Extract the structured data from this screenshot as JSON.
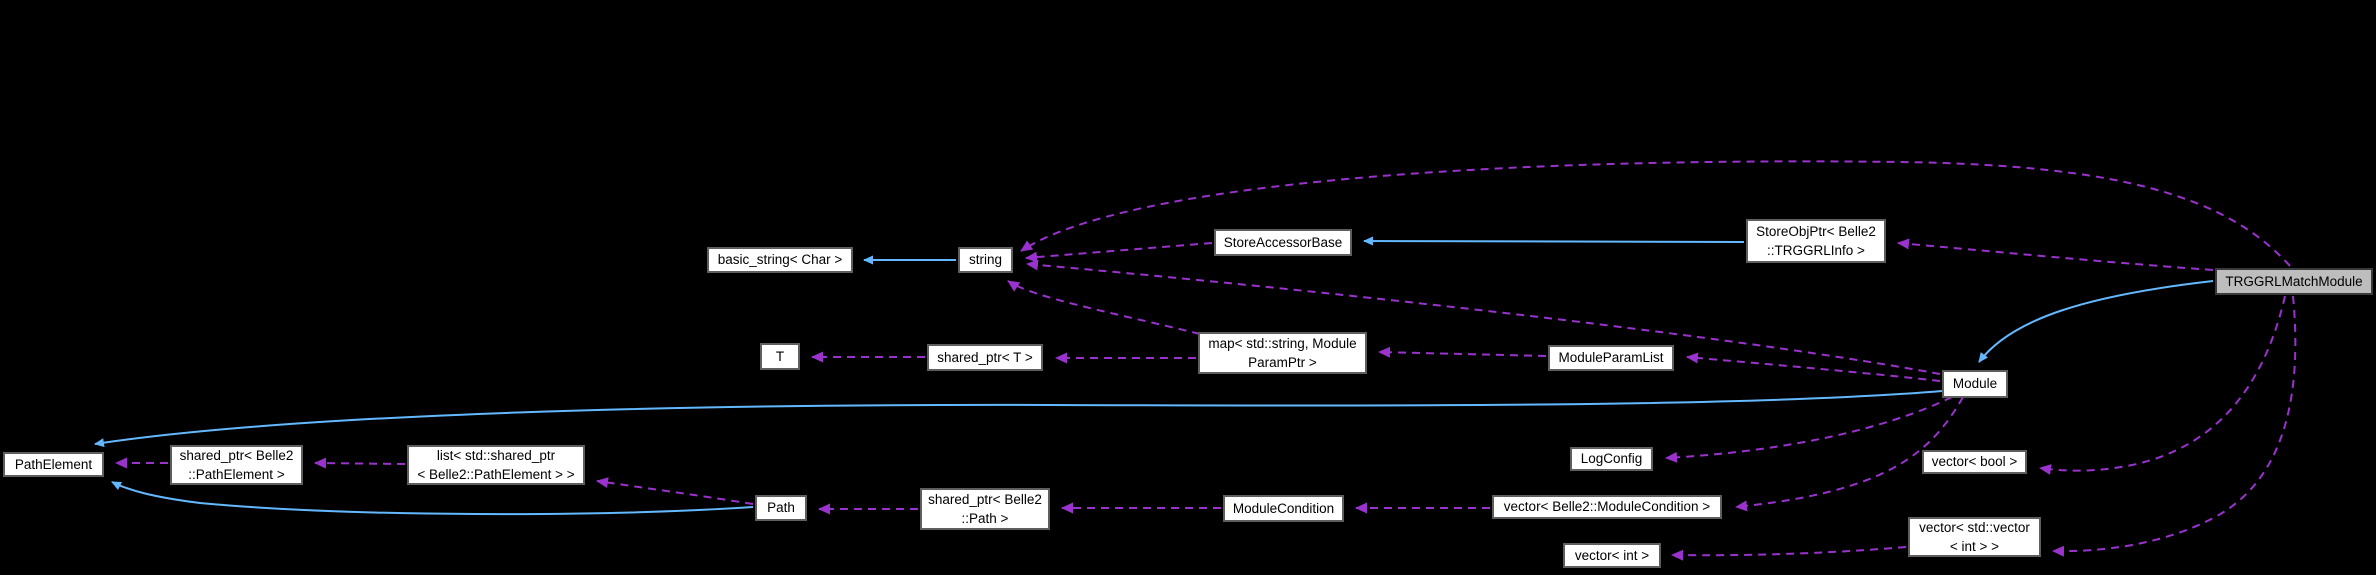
{
  "diagram": {
    "title": "TRGGRLMatchModule collaboration graph",
    "type": "doxygen-collaboration-graph",
    "root_node": "TRGGRLMatchModule",
    "colors": {
      "background": "#000000",
      "node_fill": "#ffffff",
      "node_border": "#5e5e5e",
      "root_node_fill": "#bdbdbd",
      "root_node_border": "#3a3a3a",
      "text": "#000000",
      "inheritance_edge": "#63b8ff",
      "usage_edge": "#9a32cd"
    },
    "nodes": [
      {
        "id": "basic_string_char",
        "label": "basic_string< Char >"
      },
      {
        "id": "string",
        "label": "string"
      },
      {
        "id": "store_accessor_base",
        "label": "StoreAccessorBase"
      },
      {
        "id": "store_obj_ptr",
        "label": "StoreObjPtr< Belle2\n::TRGGRLInfo >"
      },
      {
        "id": "trggrl_match_module",
        "label": "TRGGRLMatchModule"
      },
      {
        "id": "t",
        "label": "T"
      },
      {
        "id": "shared_ptr_t",
        "label": "shared_ptr< T >"
      },
      {
        "id": "map_string_moduleparamptr",
        "label": "map< std::string, Module\nParamPtr >"
      },
      {
        "id": "module_param_list",
        "label": "ModuleParamList"
      },
      {
        "id": "module",
        "label": "Module"
      },
      {
        "id": "path_element",
        "label": "PathElement"
      },
      {
        "id": "shared_ptr_path_element",
        "label": "shared_ptr< Belle2\n::PathElement >"
      },
      {
        "id": "list_shared_ptr_path_element",
        "label": "list< std::shared_ptr\n< Belle2::PathElement > >"
      },
      {
        "id": "path",
        "label": "Path"
      },
      {
        "id": "shared_ptr_path",
        "label": "shared_ptr< Belle2\n::Path >"
      },
      {
        "id": "module_condition",
        "label": "ModuleCondition"
      },
      {
        "id": "vector_module_condition",
        "label": "vector< Belle2::ModuleCondition >"
      },
      {
        "id": "log_config",
        "label": "LogConfig"
      },
      {
        "id": "vector_bool",
        "label": "vector< bool >"
      },
      {
        "id": "vector_std_vector_int",
        "label": "vector< std::vector\n< int > >"
      },
      {
        "id": "vector_int",
        "label": "vector< int >"
      }
    ],
    "edges": [
      {
        "from": "string",
        "to": "basic_string_char",
        "kind": "inheritance"
      },
      {
        "from": "store_obj_ptr",
        "to": "store_accessor_base",
        "kind": "inheritance"
      },
      {
        "from": "trggrl_match_module",
        "to": "module",
        "kind": "inheritance"
      },
      {
        "from": "module",
        "to": "path_element",
        "kind": "inheritance"
      },
      {
        "from": "path",
        "to": "path_element",
        "kind": "inheritance"
      },
      {
        "from": "store_accessor_base",
        "to": "string",
        "kind": "usage"
      },
      {
        "from": "trggrl_match_module",
        "to": "string",
        "kind": "usage"
      },
      {
        "from": "module",
        "to": "string",
        "kind": "usage"
      },
      {
        "from": "map_string_moduleparamptr",
        "to": "string",
        "kind": "usage"
      },
      {
        "from": "trggrl_match_module",
        "to": "store_obj_ptr",
        "kind": "usage"
      },
      {
        "from": "shared_ptr_t",
        "to": "t",
        "kind": "usage"
      },
      {
        "from": "map_string_moduleparamptr",
        "to": "shared_ptr_t",
        "kind": "usage"
      },
      {
        "from": "module_param_list",
        "to": "map_string_moduleparamptr",
        "kind": "usage"
      },
      {
        "from": "module",
        "to": "module_param_list",
        "kind": "usage"
      },
      {
        "from": "module",
        "to": "log_config",
        "kind": "usage"
      },
      {
        "from": "module",
        "to": "vector_module_condition",
        "kind": "usage"
      },
      {
        "from": "vector_module_condition",
        "to": "module_condition",
        "kind": "usage"
      },
      {
        "from": "module_condition",
        "to": "shared_ptr_path",
        "kind": "usage"
      },
      {
        "from": "shared_ptr_path",
        "to": "path",
        "kind": "usage"
      },
      {
        "from": "path",
        "to": "list_shared_ptr_path_element",
        "kind": "usage"
      },
      {
        "from": "list_shared_ptr_path_element",
        "to": "shared_ptr_path_element",
        "kind": "usage"
      },
      {
        "from": "shared_ptr_path_element",
        "to": "path_element",
        "kind": "usage"
      },
      {
        "from": "trggrl_match_module",
        "to": "vector_bool",
        "kind": "usage"
      },
      {
        "from": "trggrl_match_module",
        "to": "vector_std_vector_int",
        "kind": "usage"
      },
      {
        "from": "vector_std_vector_int",
        "to": "vector_int",
        "kind": "usage"
      }
    ]
  }
}
